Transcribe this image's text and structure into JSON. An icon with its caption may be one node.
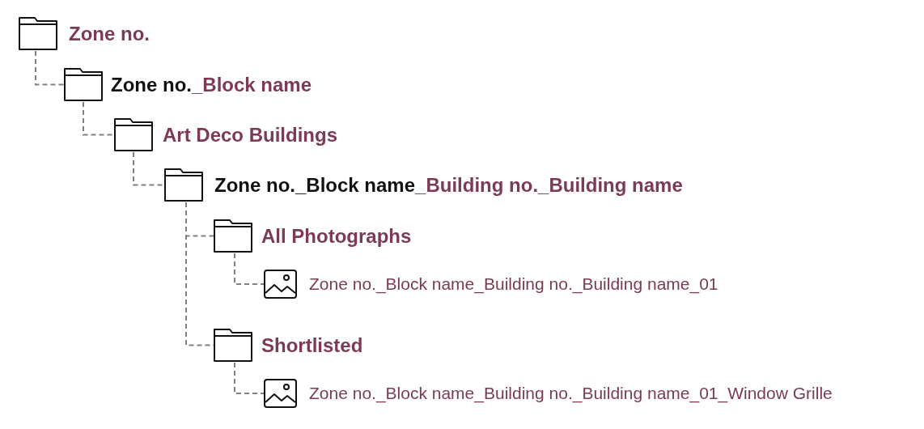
{
  "diagram": {
    "nodes": [
      {
        "text": [
          "Zone no."
        ]
      },
      {
        "text": [
          "Zone no.",
          "_Block name"
        ]
      },
      {
        "text": [
          "Art Deco Buildings"
        ]
      },
      {
        "text": [
          "Zone no._Block name",
          "_Building no._Building name"
        ]
      },
      {
        "text": [
          "All Photographs"
        ]
      },
      {
        "text": [
          "Zone no._Block name_Building no._Building name_01"
        ]
      },
      {
        "text": [
          "Shortlisted"
        ]
      },
      {
        "text": [
          "Zone no._Block name_Building no._Building name_01_Window Grille"
        ]
      }
    ],
    "edges": [
      {
        "from": 0,
        "to": 1,
        "arrow": "none",
        "style": "dashed"
      },
      {
        "from": 1,
        "to": 2,
        "arrow": "none",
        "style": "dashed"
      },
      {
        "from": 2,
        "to": 3,
        "arrow": "none",
        "style": "dashed"
      },
      {
        "from": 3,
        "to": 4,
        "arrow": "none",
        "style": "dashed"
      },
      {
        "from": 4,
        "to": 5,
        "arrow": "none",
        "style": "dashed"
      },
      {
        "from": 3,
        "to": 6,
        "arrow": "none",
        "style": "dashed"
      },
      {
        "from": 6,
        "to": 7,
        "arrow": "none",
        "style": "dashed"
      }
    ]
  }
}
